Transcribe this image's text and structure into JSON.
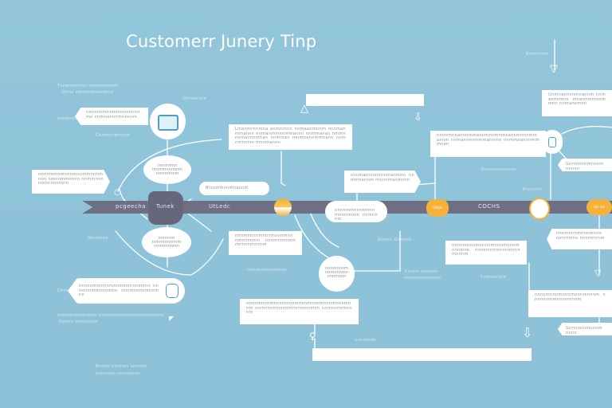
{
  "title": "Customerr Junery Tinp",
  "timeline": {
    "labels": [
      "pcgeecha",
      "Tunek",
      "UtLedc",
      "COCHS"
    ],
    "nodes": [
      "Oojo",
      "oo oo"
    ]
  },
  "boxes": {
    "top_banner": "",
    "top_center": "Llnanmrnnmna anmnrnnn nnmaanmnnm nnnmanmmannn nnmanmmnnmmannn nnmmanan nmmnnnmannnmnan nnmman mnmnannmmnann nnm nmnnnm mnnmannn",
    "top_right": "Unmnannnnmnannm nnmannnmnn mnannmmnnmmnn nnmannmnn",
    "mid_right": "nnnnmnnannnmmannmnnmnmnannmnnnmmannm nnmannmnnmmannmn nnmmnannnmmmnan",
    "mid_center": "nnnmannnmnnnmanmnn nnmmnannm mnnnmanmnnn",
    "left_arrow_top": "nnnnnnmnnmnnmnnnnnmn nnmnannnmnnnnm",
    "left_arrow_mid": "nnnnmmnmnnnmnnmmnnnmnnn nmnnmmnnnn nnmmnnnnmnnnnnmnn",
    "left_pill_mid": "Blnnmmnnmnannm",
    "pill_right_top": "Gnnmnnnmnnnmnnnnn",
    "pill_below_bar": "nnnnmmnnnmnnnmnnnmnnn nnmnnnm",
    "oval_top": "nnnnnmn nnnnmnnnnmn nnnmnnnm",
    "oval_bottom": "nnnnnm nnnmnmnnnm nnnmnnnmn",
    "oval_mid": "nnnmnnnm nnmnnnmn nnnmnnn",
    "left_pill_bottom": "nnnnnmmnnnmnnmmnnnnmnnn nnmnnnmmnnnmnn nnnmnnnnmnnmnn",
    "box_below_bar_left": "nnnmnnnnmnnnmnnnmnnnmnnnnmn nnnmnnmnnnmnnnnmnnnm",
    "box_lower_center": "nnnnmnnnmnnnmnnnmnnnmnnnmnnnmnnnmnnm nnmnnnmnnnnmnnnmnnmnn nnmnnnnmnnnm",
    "box_right_mid": "nnnnmnnnmnnnnmnnnmnnnmnnnmnn nnnmnnnmnnnmnnnmnnnm",
    "box_right_arrow": "nnnmnnnmnnnmnnnmnnnmnn nnnmnnnm",
    "box_right_lower": "nnnnmnnnmnnnmnnnmnnnm nnnmnnnmnnnmnnnm",
    "pill_right_bottom": "Gnnnnnnmnnnmnnnn",
    "bottom_wide": ""
  },
  "notes": {
    "n1": "Tnnmnnnnnn nnnmnnnmm",
    "n2": "Dnnn nnnmnnnmnnmn",
    "n3": "nnnmnnn",
    "n4": "Cnnmnnmnnnn",
    "n5": "Dnnnnnnn",
    "n6": "Dnnnnnn",
    "n7": "Dnnnnnn",
    "n8": "nnnnnnmnnnmnn nnnnmnnnnmnnnmnnnnmnn",
    "n9": "Dnnnn nnnnnnnn",
    "n10": "Bnnnn nnnnnn nnnnnn",
    "n11": "nnnnnnn nnnnnnnn",
    "n12": "Gnnnn Gnnnnn",
    "n13": "nnnnn nnnnnn",
    "n14": "nnnnmnnnnnmn",
    "n15": "Cnnnnnnnn",
    "n16": "nnnnnnm",
    "n17": "Dnnnnnnnnnnn",
    "n18": "Enpnnnn",
    "n19": "Bnnnnnnn",
    "n20": "nnnnnnnnnnnnnn"
  }
}
